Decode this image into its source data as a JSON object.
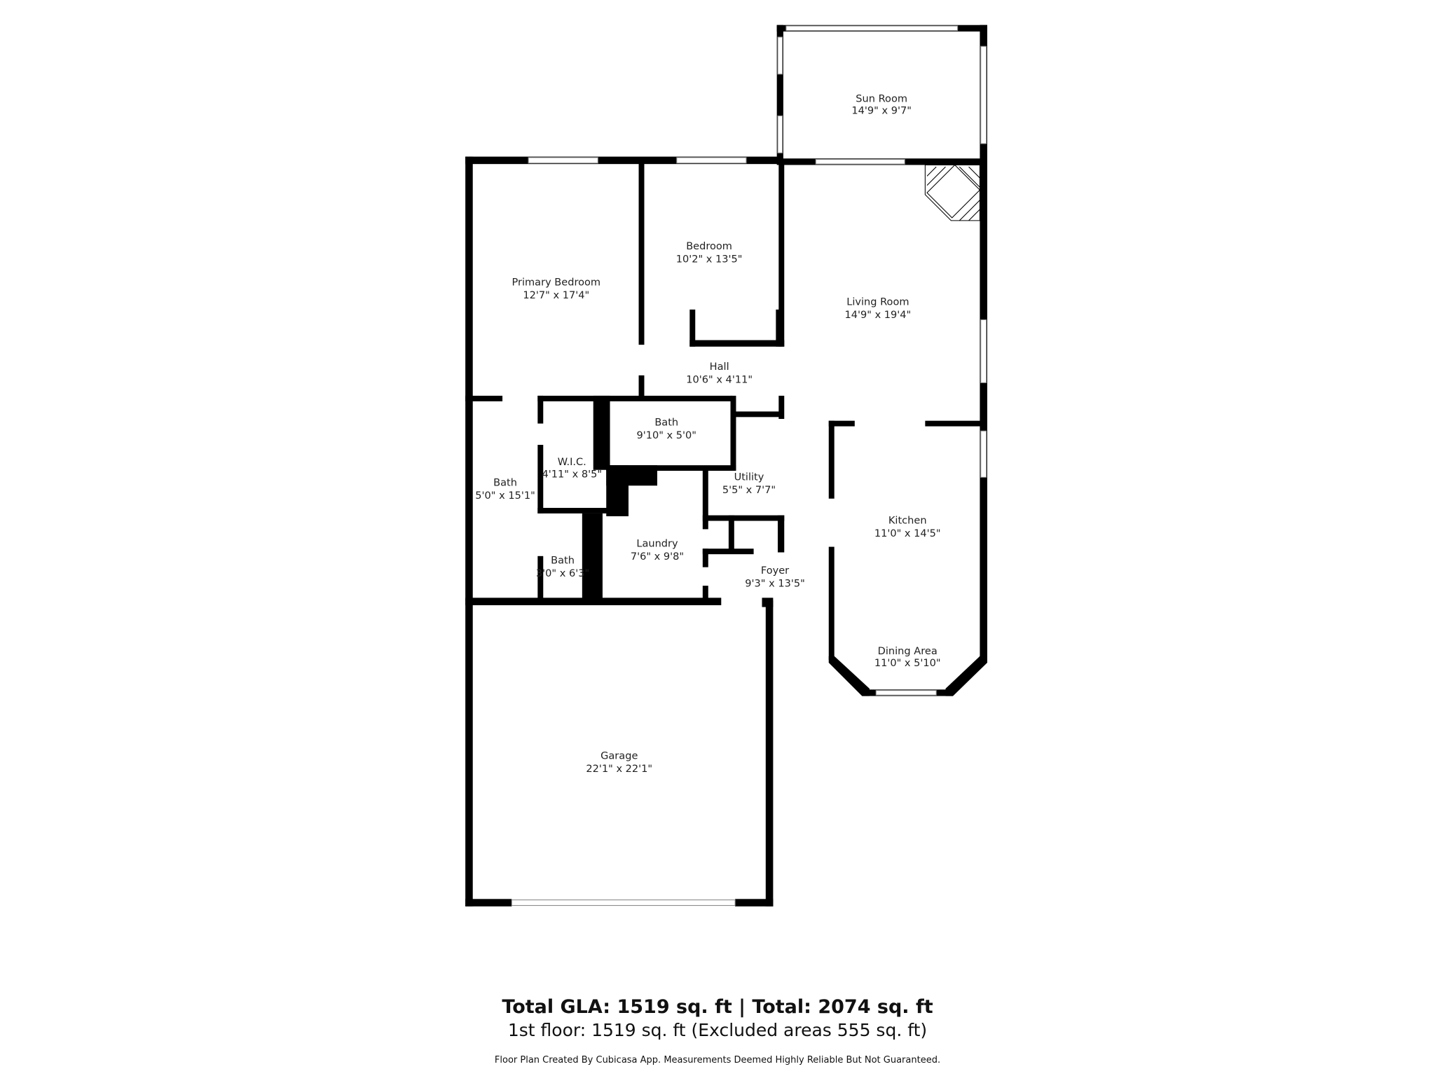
{
  "rooms": [
    {
      "name": "Sun Room",
      "size": "14'9\" x 9'7\""
    },
    {
      "name": "Bedroom",
      "size": "10'2\" x 13'5\""
    },
    {
      "name": "Primary Bedroom",
      "size": "12'7\" x 17'4\""
    },
    {
      "name": "Living Room",
      "size": "14'9\" x 19'4\""
    },
    {
      "name": "Hall",
      "size": "10'6\" x 4'11\""
    },
    {
      "name": "Bath",
      "size": "9'10\" x 5'0\""
    },
    {
      "name": "W.I.C.",
      "size": "4'11\" x 8'5\""
    },
    {
      "name": "Utility",
      "size": "5'5\" x 7'7\""
    },
    {
      "name": "Bath",
      "size": "5'0\" x 15'1\""
    },
    {
      "name": "Kitchen",
      "size": "11'0\" x 14'5\""
    },
    {
      "name": "Laundry",
      "size": "7'6\" x 9'8\""
    },
    {
      "name": "Bath",
      "size": "3'0\" x 6'3\""
    },
    {
      "name": "Foyer",
      "size": "9'3\" x 13'5\""
    },
    {
      "name": "Dining Area",
      "size": "11'0\" x 5'10\""
    },
    {
      "name": "Garage",
      "size": "22'1\" x 22'1\""
    }
  ],
  "footer": {
    "totals": "Total GLA: 1519 sq. ft | Total: 2074 sq. ft",
    "floor": "1st floor: 1519 sq. ft (Excluded areas 555 sq. ft)",
    "disclaimer": "Floor Plan Created By Cubicasa App. Measurements Deemed Highly Reliable But Not Guaranteed."
  },
  "colors": {
    "wall": "#000000",
    "background": "#ffffff"
  }
}
